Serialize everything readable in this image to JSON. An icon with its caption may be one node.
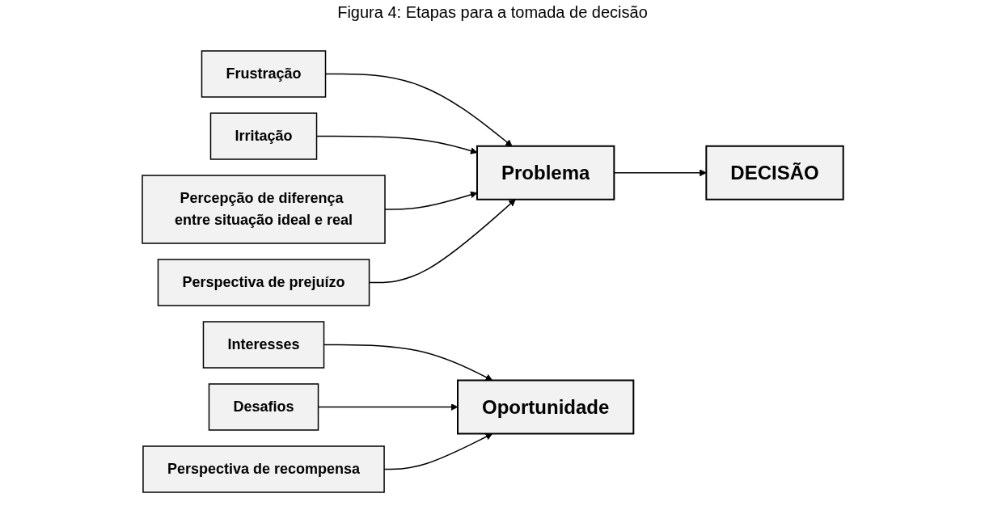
{
  "diagram": {
    "title": "Figura 4: Etapas para a tomada de decisão",
    "nodes": [
      {
        "text": [
          "Frustração"
        ]
      },
      {
        "text": [
          "Irritação"
        ]
      },
      {
        "text": [
          "Percepção de diferença entre situação ideal e real"
        ]
      },
      {
        "text": [
          "Perspectiva de prejuízo"
        ]
      },
      {
        "text": [
          "Interesses"
        ]
      },
      {
        "text": [
          "Desafios"
        ]
      },
      {
        "text": [
          "Perspectiva de recompensa"
        ]
      },
      {
        "text": [
          "Problema"
        ]
      },
      {
        "text": [
          "Oportunidade"
        ]
      },
      {
        "text": [
          "DECISÃO"
        ]
      }
    ],
    "edges": [
      {
        "from": 0,
        "to": 7,
        "arrow": "to"
      },
      {
        "from": 1,
        "to": 7,
        "arrow": "to"
      },
      {
        "from": 2,
        "to": 7,
        "arrow": "to"
      },
      {
        "from": 3,
        "to": 7,
        "arrow": "to"
      },
      {
        "from": 4,
        "to": 8,
        "arrow": "to"
      },
      {
        "from": 5,
        "to": 8,
        "arrow": "to"
      },
      {
        "from": 6,
        "to": 8,
        "arrow": "to"
      },
      {
        "from": 7,
        "to": 9,
        "arrow": "to"
      }
    ]
  }
}
